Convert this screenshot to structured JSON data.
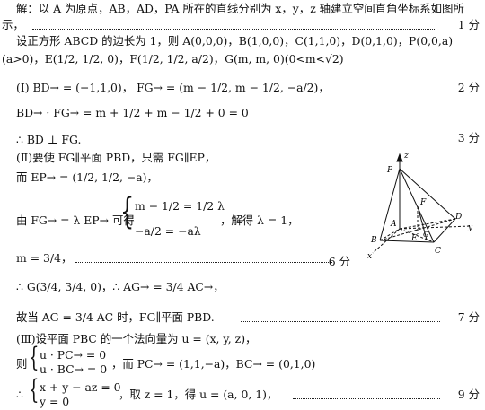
{
  "lines": [
    "解：以 A 为原点，AB，AD，PA 所在的直线分别为 x，y，z 轴建立空间直角坐标系如图所",
    "示，",
    "设正方形 ABCD 的边长为 1，则 A(0,0,0)，B(1,0,0)，C(1,1,0)，D(0,1,0)，P(0,0,a)",
    "(a>0)，E(1/2, 1/2, 0)，F(1/2, 1/2, a/2)，G(m, m, 0)(0<m<√2)",
    "(Ⅰ) BD→ = (−1,1,0)， FG→ = (m − 1/2, m − 1/2, −a/2)，",
    "BD→ · FG→ = m + 1/2 + m − 1/2 + 0 = 0",
    "∴ BD ⊥ FG.",
    "(Ⅱ)要使 FG∥平面 PBD，只需 FG∥EP，",
    "而 EP→ = (1/2, 1/2, −a)，",
    "由 FG→ = λ EP→ 可得",
    "m − 1/2 = 1/2 λ",
    "−a/2 = −aλ",
    "，解得 λ = 1，",
    "m = 3/4，",
    "∴ G(3/4, 3/4, 0)，∴ AG→ = 3/4 AC→，",
    "故当 AG = 3/4 AC 时，FG∥平面 PBD.",
    "(Ⅲ)设平面 PBC 的一个法向量为 u = (x, y, z)，",
    "则",
    "u · PC→ = 0",
    "u · BC→ = 0",
    "，而 PC→ = (1,1,−a)，BC→ = (0,1,0)",
    "∴",
    "x + y − az = 0",
    "y = 0",
    "，取 z = 1，得 u = (a, 0, 1)，"
  ],
  "scores": [
    "1 分",
    "2 分",
    "3 分",
    "6 分",
    "7 分",
    "9 分"
  ],
  "figure": {
    "labels": [
      "z",
      "P",
      "F",
      "A",
      "D",
      "y",
      "E",
      "G",
      "B",
      "C",
      "x"
    ],
    "accent": "#111111"
  }
}
